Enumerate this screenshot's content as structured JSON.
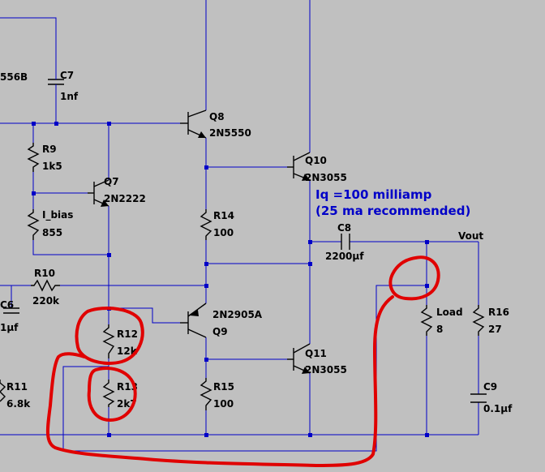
{
  "components": {
    "partial_label": "556B",
    "c7": {
      "ref": "C7",
      "value": "1nf"
    },
    "q8": {
      "ref": "Q8",
      "value": "2N5550"
    },
    "r9": {
      "ref": "R9",
      "value": "1k5"
    },
    "q7": {
      "ref": "Q7",
      "value": "2N2222"
    },
    "q10": {
      "ref": "Q10",
      "value": "2N3055"
    },
    "i_bias": {
      "ref": "I_bias",
      "value": "855"
    },
    "r14": {
      "ref": "R14",
      "value": "100"
    },
    "c8": {
      "ref": "C8",
      "value": "2200µf"
    },
    "vout": "Vout",
    "r10": {
      "ref": "R10",
      "value": "220k"
    },
    "c6": {
      "ref": "C6",
      "value": "1µf"
    },
    "q9": {
      "ref": "Q9",
      "value": "2N2905A"
    },
    "load": {
      "ref": "Load",
      "value": "8"
    },
    "r16": {
      "ref": "R16",
      "value": "27"
    },
    "r12": {
      "ref": "R12",
      "value": "12k"
    },
    "q11": {
      "ref": "Q11",
      "value": "2N3055"
    },
    "r11": {
      "ref": "R11",
      "value": "6.8k"
    },
    "r13": {
      "ref": "R13",
      "value": "2k7"
    },
    "r15": {
      "ref": "R15",
      "value": "100"
    },
    "c9": {
      "ref": "C9",
      "value": "0.1µf"
    }
  },
  "annotation": {
    "line1": "Iq =100 milliamp",
    "line2": "(25 ma recommended)"
  },
  "colors": {
    "background": "#c0c0c0",
    "wire": "#0000c8",
    "annotation_text": "#0000c8",
    "markup": "#e00000"
  }
}
